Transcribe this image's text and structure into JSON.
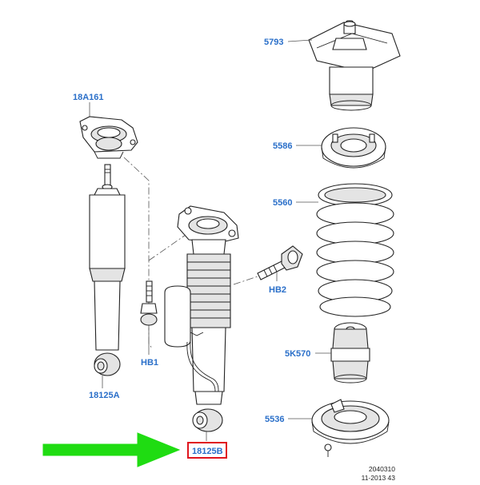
{
  "labels": {
    "top_mount": "5793",
    "upper_seat": "5586",
    "coil_spring": "5560",
    "bump_stop": "5K570",
    "lower_seat": "5536",
    "shock_mount": "18A161",
    "shock_absorber_left": "18125A",
    "shock_absorber_right": "18125B",
    "bolt_hb1": "HB1",
    "bolt_hb2": "HB2"
  },
  "reference": {
    "code": "2040310",
    "date": "11-2013 43"
  },
  "colors": {
    "label": "#2a6fc9",
    "highlight_box": "#e0141e",
    "arrow": "#1fdc12",
    "line": "#222222"
  },
  "highlight": "shock_absorber_right",
  "icons": {
    "pointer": "green-arrow-icon"
  }
}
